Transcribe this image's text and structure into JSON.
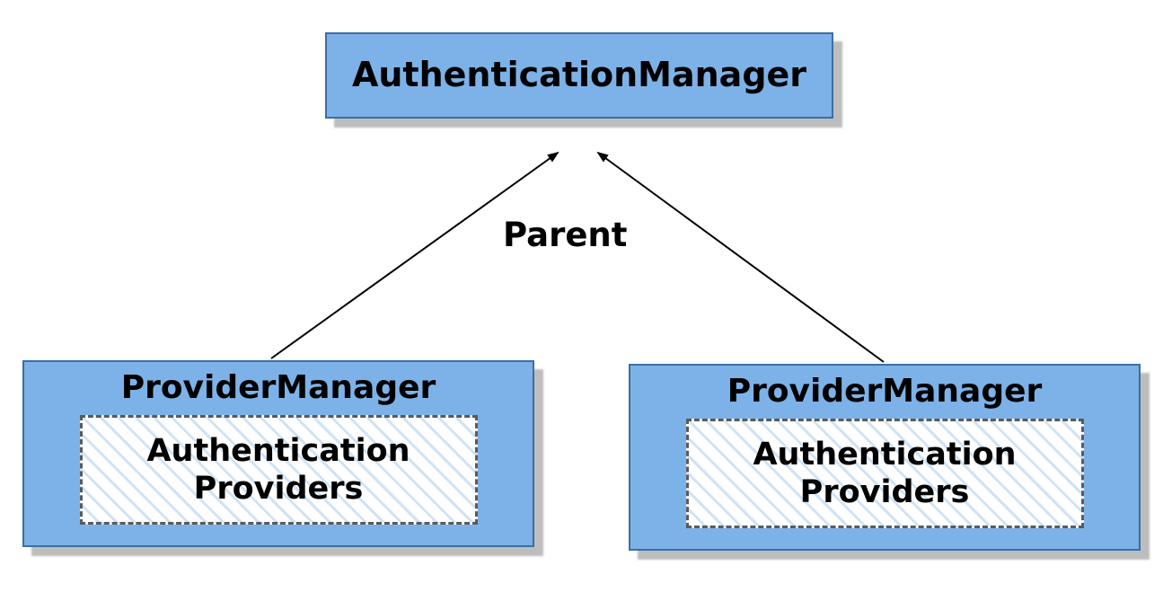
{
  "diagram": {
    "authentication_manager": {
      "label": "AuthenticationManager"
    },
    "parent_label": "Parent",
    "provider_manager_left": {
      "label": "ProviderManager",
      "inner_label": "Authentication Providers"
    },
    "provider_manager_right": {
      "label": "ProviderManager",
      "inner_label": "Authentication Providers"
    },
    "colors": {
      "box_fill": "#7cb2e8",
      "box_border": "#3b6ea5",
      "hatch": "#cfe3f5",
      "shadow": "#bdbdbd"
    }
  }
}
